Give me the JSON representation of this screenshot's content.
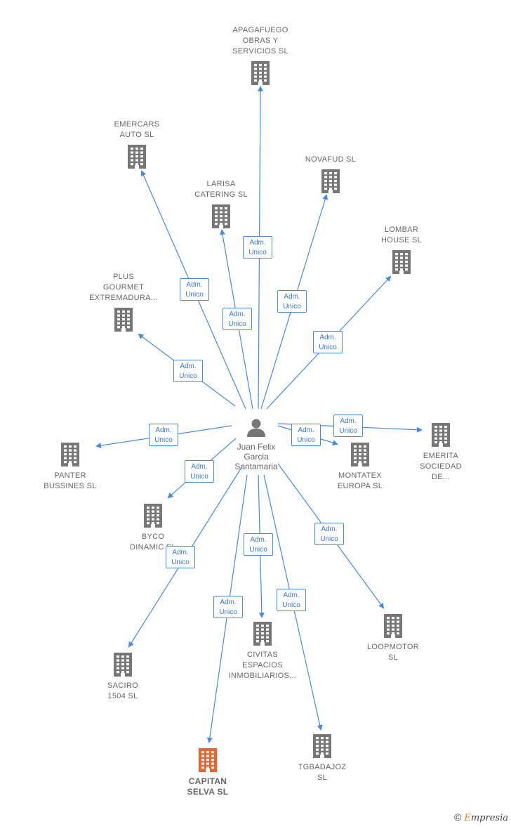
{
  "center": {
    "name": "Juan Felix\nGarcia\nSantamaria",
    "icon": "person-icon"
  },
  "edge_label": "Adm.\nUnico",
  "colors": {
    "edge": "#4a8ad8",
    "building": "#777777",
    "highlight": "#f0622d",
    "text": "#666666"
  },
  "companies": [
    {
      "id": "apagafuego",
      "name": "APAGAFUEGO\nOBRAS Y\nSERVICIOS SL",
      "highlight": false
    },
    {
      "id": "emercars",
      "name": "EMERCARS\nAUTO SL",
      "highlight": false
    },
    {
      "id": "larisa",
      "name": "LARISA\nCATERING SL",
      "highlight": false
    },
    {
      "id": "novafud",
      "name": "NOVAFUD SL",
      "highlight": false
    },
    {
      "id": "lombar",
      "name": "LOMBAR\nHOUSE SL",
      "highlight": false
    },
    {
      "id": "plus",
      "name": "PLUS\nGOURMET\nEXTREMADURA...",
      "highlight": false
    },
    {
      "id": "panter",
      "name": "PANTER\nBUSSINES SL",
      "highlight": false
    },
    {
      "id": "montatex",
      "name": "MONTATEX\nEUROPA SL",
      "highlight": false
    },
    {
      "id": "emerita",
      "name": "EMERITA\nSOCIEDAD\nDE...",
      "highlight": false
    },
    {
      "id": "byco",
      "name": "BYCO\nDINAMIC SL",
      "highlight": false
    },
    {
      "id": "loopmotor",
      "name": "LOOPMOTOR\nSL",
      "highlight": false
    },
    {
      "id": "saciro",
      "name": "SACIRO\n1504 SL",
      "highlight": false
    },
    {
      "id": "civitas",
      "name": "CIVITAS\nESPACIOS\nINMOBILIARIOS...",
      "highlight": false
    },
    {
      "id": "tgbadajoz",
      "name": "TGBADAJOZ\nSL",
      "highlight": false
    },
    {
      "id": "capitan",
      "name": "CAPITAN\nSELVA SL",
      "highlight": true
    }
  ],
  "brand": {
    "symbol": "©",
    "name_first": "E",
    "name_rest": "mpresia"
  }
}
